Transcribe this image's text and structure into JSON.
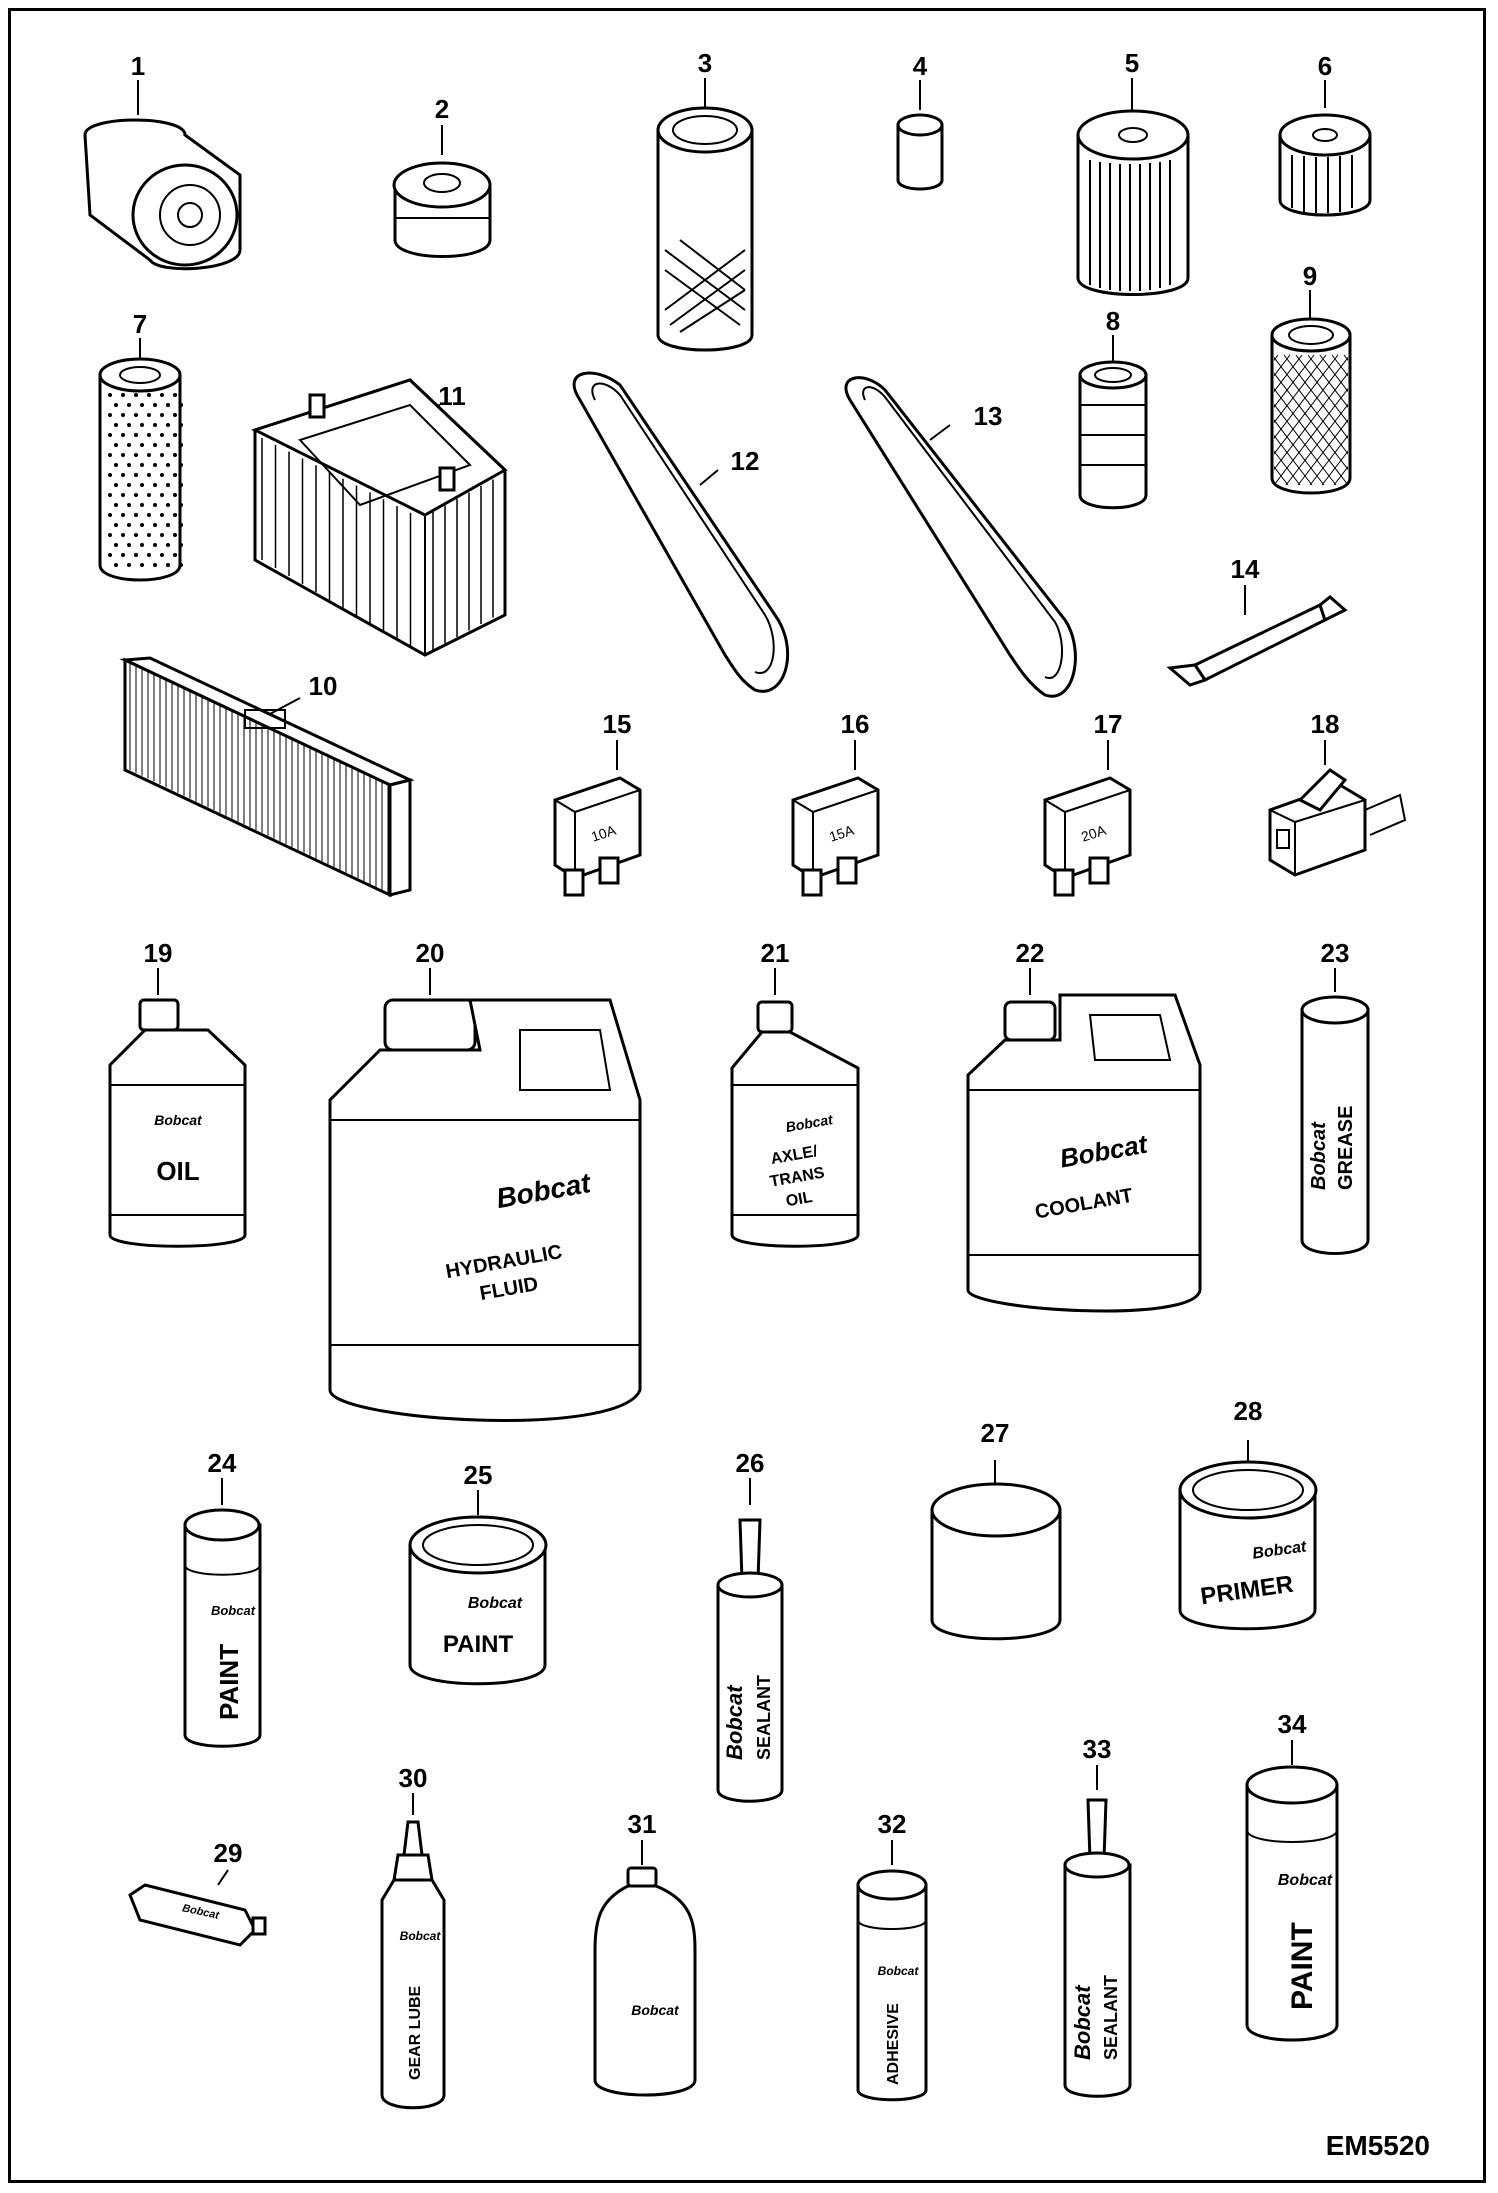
{
  "figure": {
    "code": "EM5520",
    "brand": "Bobcat",
    "callouts": [
      "1",
      "2",
      "3",
      "4",
      "5",
      "6",
      "7",
      "8",
      "9",
      "10",
      "11",
      "12",
      "13",
      "14",
      "15",
      "16",
      "17",
      "18",
      "19",
      "20",
      "21",
      "22",
      "23",
      "24",
      "25",
      "26",
      "27",
      "28",
      "29",
      "30",
      "31",
      "32",
      "33",
      "34"
    ],
    "fuses": {
      "f15": "10A",
      "f16": "15A",
      "f17": "20A"
    },
    "labels": {
      "oil": "OIL",
      "hydraulic_1": "HYDRAULIC",
      "hydraulic_2": "FLUID",
      "axle_1": "AXLE/",
      "axle_2": "TRANS",
      "axle_3": "OIL",
      "coolant": "COOLANT",
      "grease": "GREASE",
      "paint": "PAINT",
      "primer": "PRIMER",
      "sealant": "SEALANT",
      "gear_lube": "GEAR LUBE",
      "adhesive": "ADHESIVE"
    }
  }
}
